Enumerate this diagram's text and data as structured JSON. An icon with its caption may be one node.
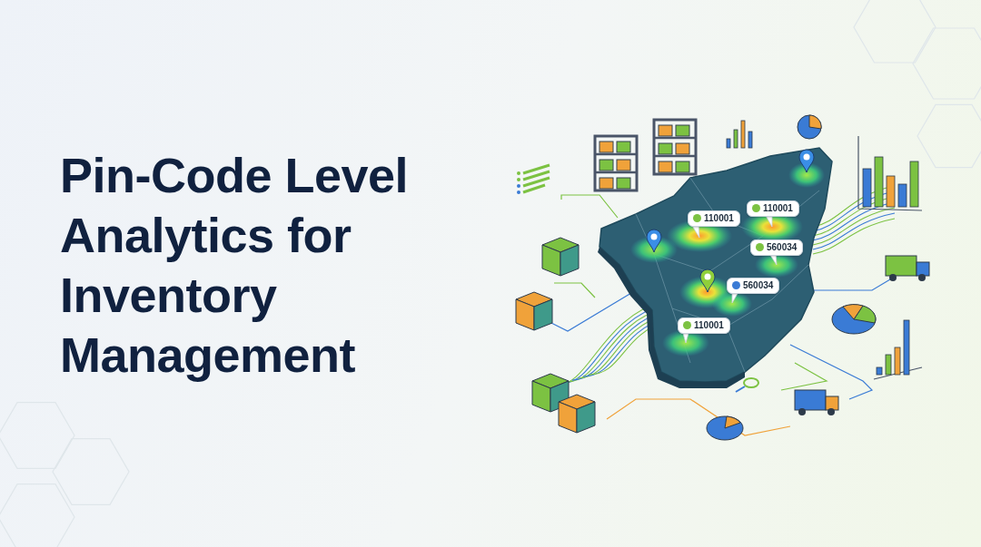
{
  "diagram": {
    "title": "Pin-Code Level Analytics for Inventory Management",
    "nodes": [
      {
        "text": [
          "110001"
        ]
      },
      {
        "text": [
          "110001"
        ]
      },
      {
        "text": [
          "560034"
        ]
      },
      {
        "text": [
          "560034"
        ]
      },
      {
        "text": [
          "110001"
        ]
      }
    ]
  }
}
